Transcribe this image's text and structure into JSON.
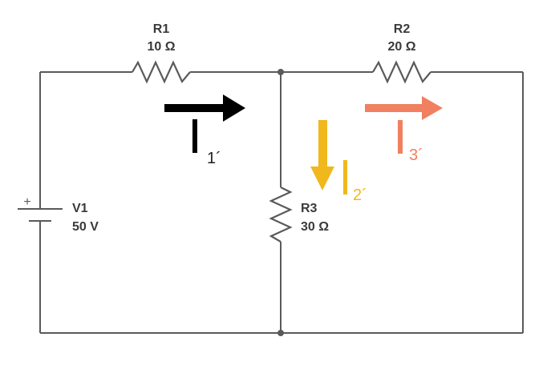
{
  "components": {
    "r1": {
      "name": "R1",
      "value": "10 Ω"
    },
    "r2": {
      "name": "R2",
      "value": "20 Ω"
    },
    "r3": {
      "name": "R3",
      "value": "30 Ω"
    },
    "v1": {
      "name": "V1",
      "value": "50 V",
      "polarity": "+"
    }
  },
  "currents": {
    "i1": {
      "label": "1´",
      "color": "#000000"
    },
    "i2": {
      "label": "2´",
      "color": "#f0b81c"
    },
    "i3": {
      "label": "3´",
      "color": "#f08060"
    }
  },
  "wire_color": "#5a5a5a"
}
